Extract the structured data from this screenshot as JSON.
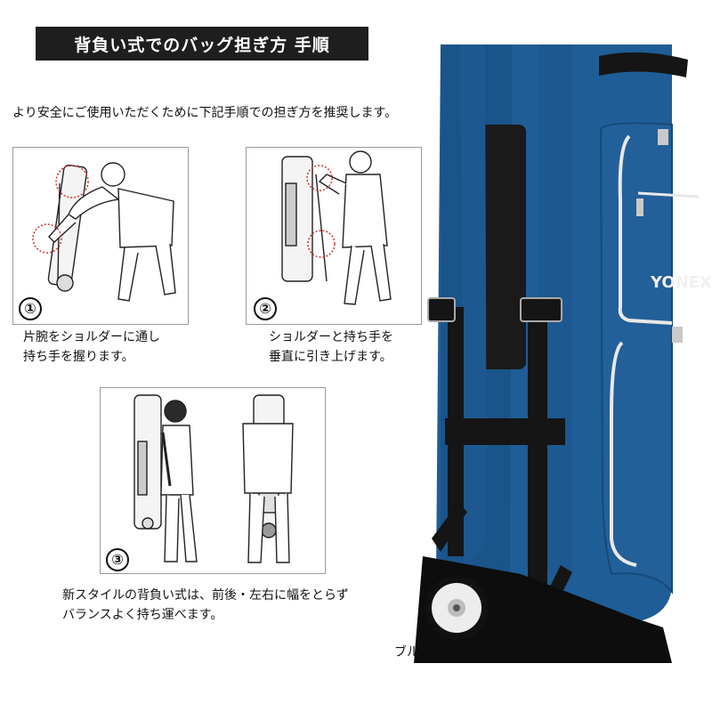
{
  "title": "背負い式でのバッグ担ぎ方 手順",
  "intro": "より安全にご使用いただくために下記手順での担ぎ方を推奨します。",
  "steps": [
    {
      "number": "①",
      "line1": "片腕をショルダーに通し",
      "line2": "持ち手を握ります。"
    },
    {
      "number": "②",
      "line1": "ショルダーと持ち手を",
      "line2": "垂直に引き上げます。"
    },
    {
      "number": "③",
      "line1": "新スタイルの背負い式は、前後・左右に幅をとらず",
      "line2": "バランスよく持ち運べます。"
    }
  ],
  "product": {
    "brand_logo_text": "YONEX",
    "color_label": "ブルー",
    "colors": {
      "body": "#1f5d96",
      "body_dark": "#164a7a",
      "strap": "#151515",
      "zipper_trim": "#e8e8e8"
    }
  }
}
